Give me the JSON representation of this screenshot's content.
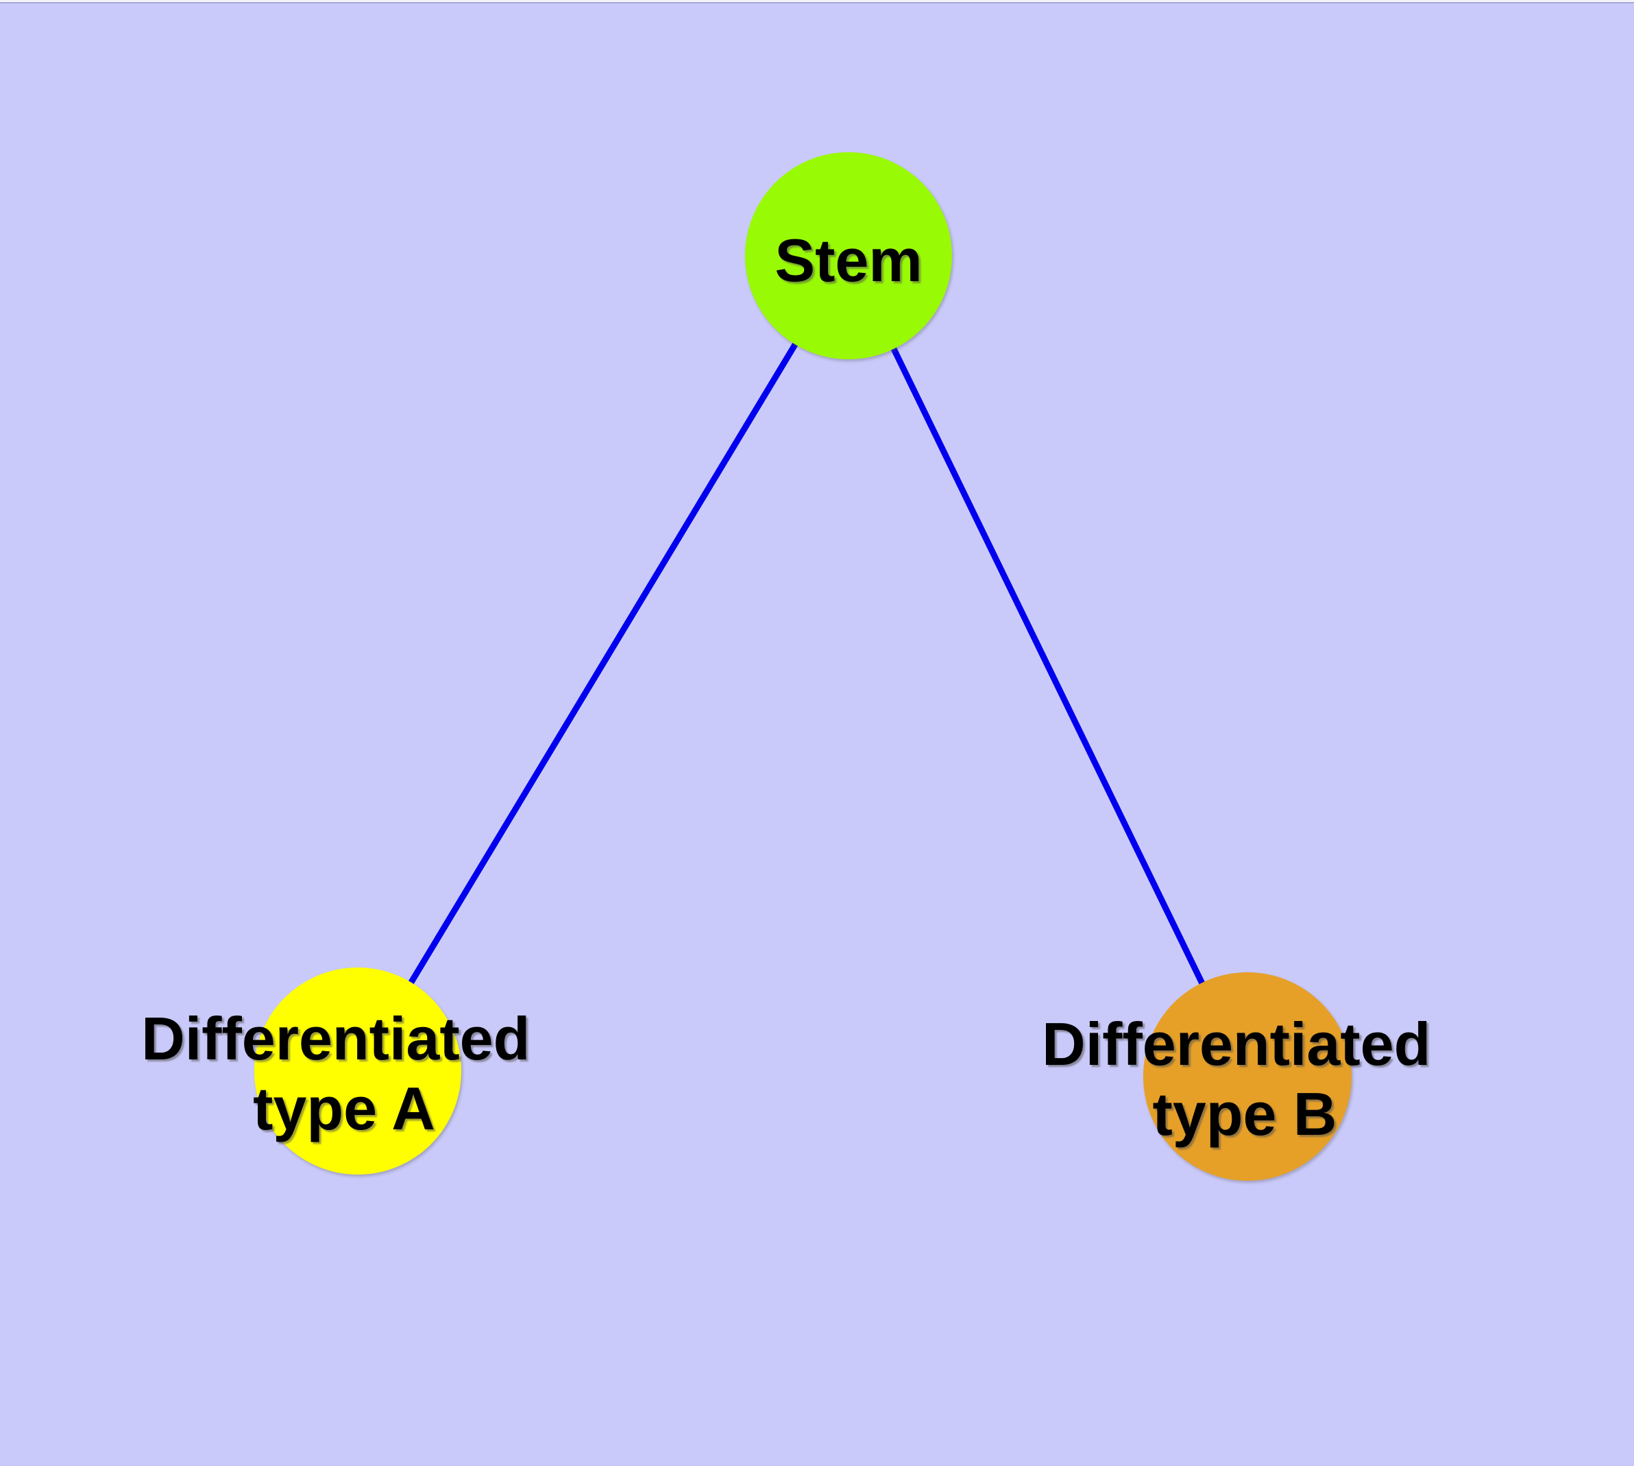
{
  "canvas": {
    "background_color": "#CACAFA",
    "top_edge_color": "#f4f4fc"
  },
  "graph": {
    "edge_color": "#0000EE",
    "node_stroke_color": "#7B7B7B",
    "nodes": {
      "stem": {
        "label": "Stem",
        "fill_color": "#99FA05"
      },
      "type_a": {
        "label_line1": "Differentiated",
        "label_line2": "type A",
        "fill_color": "#FFFF00"
      },
      "type_b": {
        "label_line1": "Differentiated",
        "label_line2": "type B",
        "fill_color": "#E6A028"
      }
    },
    "edges": [
      {
        "from": "Stem",
        "to": "Differentiated type A"
      },
      {
        "from": "Stem",
        "to": "Differentiated type B"
      }
    ]
  }
}
